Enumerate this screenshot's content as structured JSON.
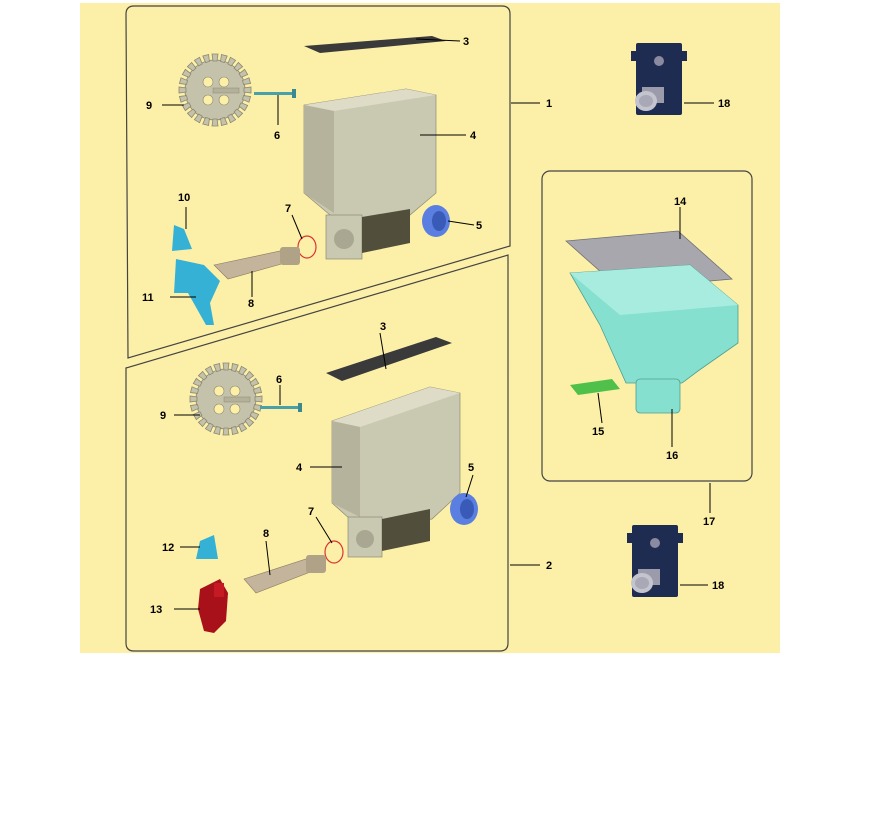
{
  "labels": {
    "l1": "1",
    "l2": "2",
    "l3": "3",
    "l4": "4",
    "l5": "5",
    "l6": "6",
    "l7": "7",
    "l8": "8",
    "l9": "9",
    "l10": "10",
    "l11": "11",
    "l12": "12",
    "l13": "13",
    "l14": "14",
    "l15": "15",
    "l16": "16",
    "l17": "17",
    "l18": "18"
  },
  "colors": {
    "background": "#fcefa7",
    "hopper": "#c9c8b1",
    "hopper_dark": "#9e9c86",
    "sprocket": "#c5c2ab",
    "lid": "#3a3a3a",
    "blue_part": "#5a7fe0",
    "cyan_part": "#35b1d6",
    "red_part": "#a8101a",
    "bracket": "#1f2c52",
    "small_hopper": "#86e0cf",
    "small_lid": "#a7a7ad",
    "green_part": "#4fc04a"
  }
}
